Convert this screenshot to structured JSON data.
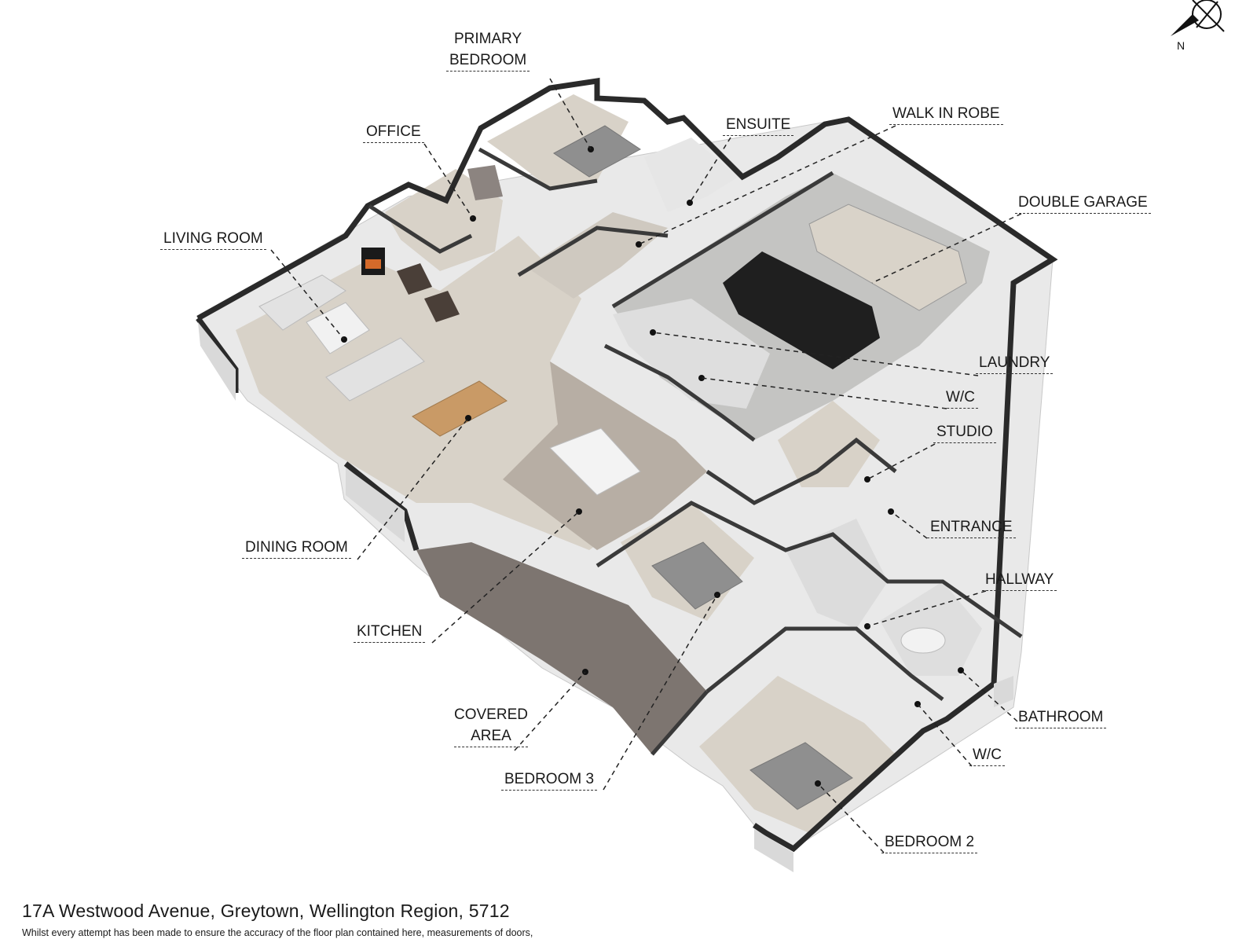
{
  "rooms": {
    "primary_bedroom": {
      "line1": "PRIMARY",
      "line2": "BEDROOM"
    },
    "office": "OFFICE",
    "ensuite": "ENSUITE",
    "walk_in_robe": "WALK IN ROBE",
    "double_garage": "DOUBLE GARAGE",
    "living_room": "LIVING ROOM",
    "laundry": "LAUNDRY",
    "wc_laundry": "W/C",
    "studio": "STUDIO",
    "entrance": "ENTRANCE",
    "dining_room": "DINING ROOM",
    "hallway": "HALLWAY",
    "kitchen": "KITCHEN",
    "bathroom": "BATHROOM",
    "covered_area": {
      "line1": "COVERED",
      "line2": "AREA"
    },
    "wc_bathroom": "W/C",
    "bedroom_3": "BEDROOM 3",
    "bedroom_2": "BEDROOM 2"
  },
  "compass": {
    "label": "N"
  },
  "footer": {
    "address": "17A Westwood Avenue, Greytown, Wellington Region, 5712",
    "disclaimer": "Whilst every attempt has been made to ensure the accuracy of the floor plan contained here, measurements of doors,"
  },
  "colors": {
    "wall_top": "#2a2a2a",
    "wall_face": "#d9d9d9",
    "floor_light": "#d8d2c8",
    "floor_wood": "#a89e93",
    "deck": "#7d7570",
    "garage_floor": "#c4c4c2"
  }
}
